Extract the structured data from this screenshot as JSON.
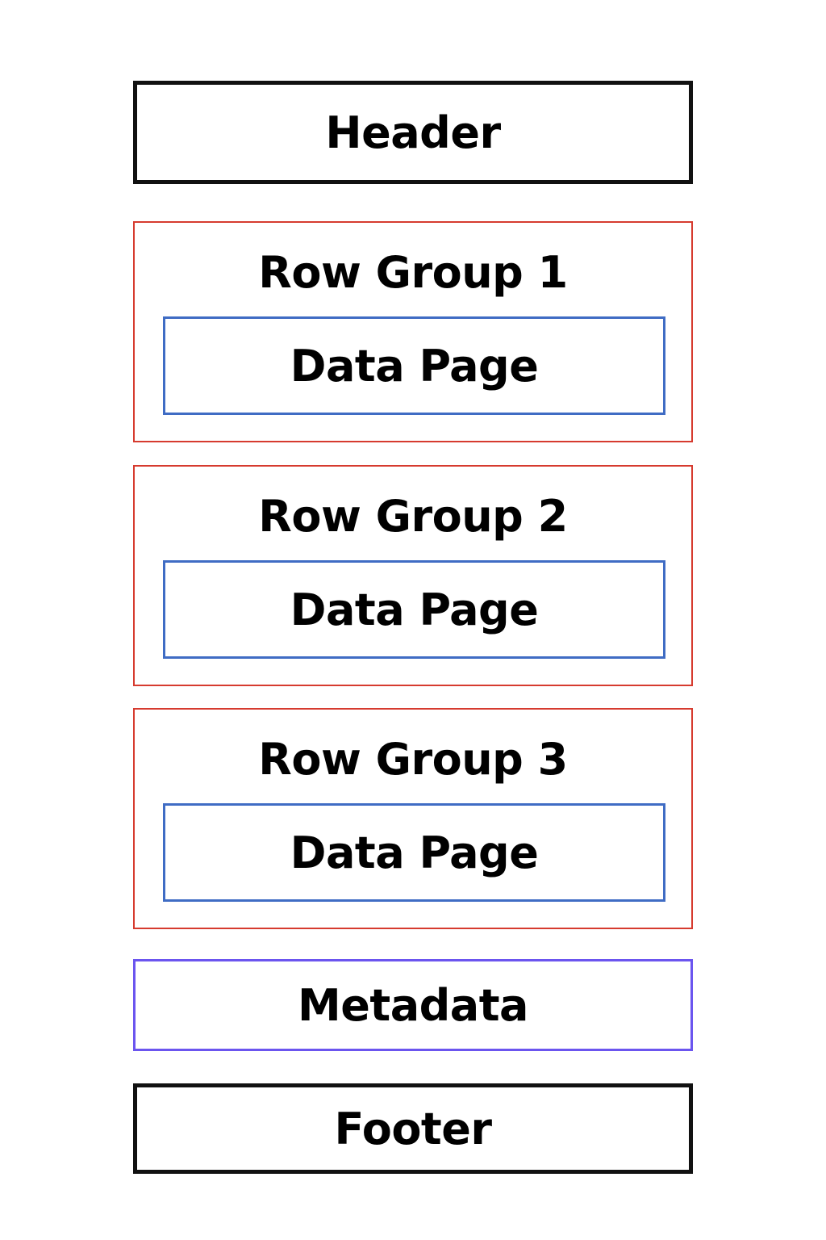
{
  "blocks": {
    "header": "Header",
    "row_groups": [
      {
        "title": "Row Group 1",
        "data_page": "Data Page"
      },
      {
        "title": "Row Group 2",
        "data_page": "Data Page"
      },
      {
        "title": "Row Group 3",
        "data_page": "Data Page"
      }
    ],
    "metadata": "Metadata",
    "footer": "Footer"
  },
  "colors": {
    "header_border": "#111111",
    "row_group_border": "#d63b2f",
    "data_page_border": "#3f6cc4",
    "metadata_border": "#6b55ef",
    "footer_border": "#111111"
  }
}
